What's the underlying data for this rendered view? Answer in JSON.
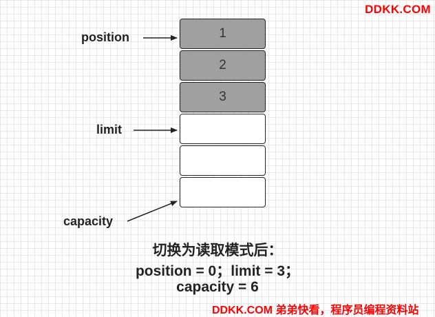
{
  "watermark": {
    "top": "DDKK.COM",
    "bottom": "DDKK.COM 弟弟快看，程序员编程资料站"
  },
  "buffer": {
    "cells": [
      {
        "label": "1",
        "filled": true
      },
      {
        "label": "2",
        "filled": true
      },
      {
        "label": "3",
        "filled": true
      },
      {
        "label": "",
        "filled": false
      },
      {
        "label": "",
        "filled": false
      },
      {
        "label": "",
        "filled": false
      }
    ]
  },
  "pointers": {
    "position": "position",
    "limit": "limit",
    "capacity": "capacity"
  },
  "caption": {
    "line1": "切换为读取模式后：",
    "line2": "position = 0；limit = 3；",
    "line3": "capacity = 6"
  },
  "colors": {
    "filled_cell": "#a0a0a0",
    "empty_cell": "#ffffff",
    "watermark": "#ff0000"
  }
}
